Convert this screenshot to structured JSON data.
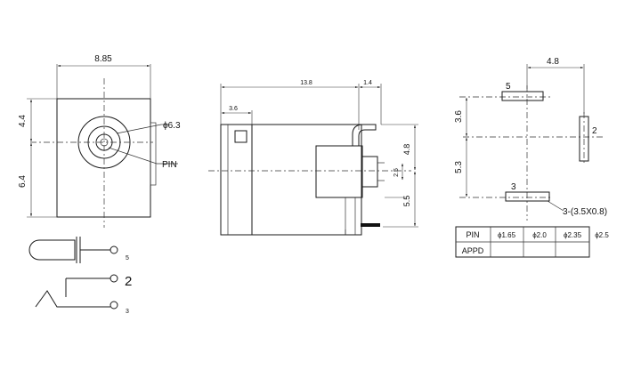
{
  "front_view": {
    "width_label": "8.85",
    "upper_height_label": "4.4",
    "lower_height_label": "6.4",
    "diameter_label": "ϕ6.3",
    "pin_label": "PIN"
  },
  "schematic": {
    "terminal_top": "5",
    "terminal_mid": "2",
    "terminal_bottom": "3"
  },
  "side_view": {
    "total_length_label": "13.8",
    "tail_label": "1.4",
    "front_label": "3.6",
    "right_upper_label": "4.8",
    "right_inner_label": "2.5",
    "right_lower_label": "5.5"
  },
  "footprint": {
    "top_width_label": "4.8",
    "pad_top": "5",
    "pad_right": "2",
    "pad_bottom": "3",
    "upper_spacing_label": "3.6",
    "lower_spacing_label": "5.3",
    "slot_note": "3-(3.5X0.8)"
  },
  "pin_table": {
    "header": [
      "PIN",
      "ϕ1.65",
      "ϕ2.0",
      "ϕ2.35",
      "ϕ2.5"
    ],
    "row_label": "APPD"
  }
}
